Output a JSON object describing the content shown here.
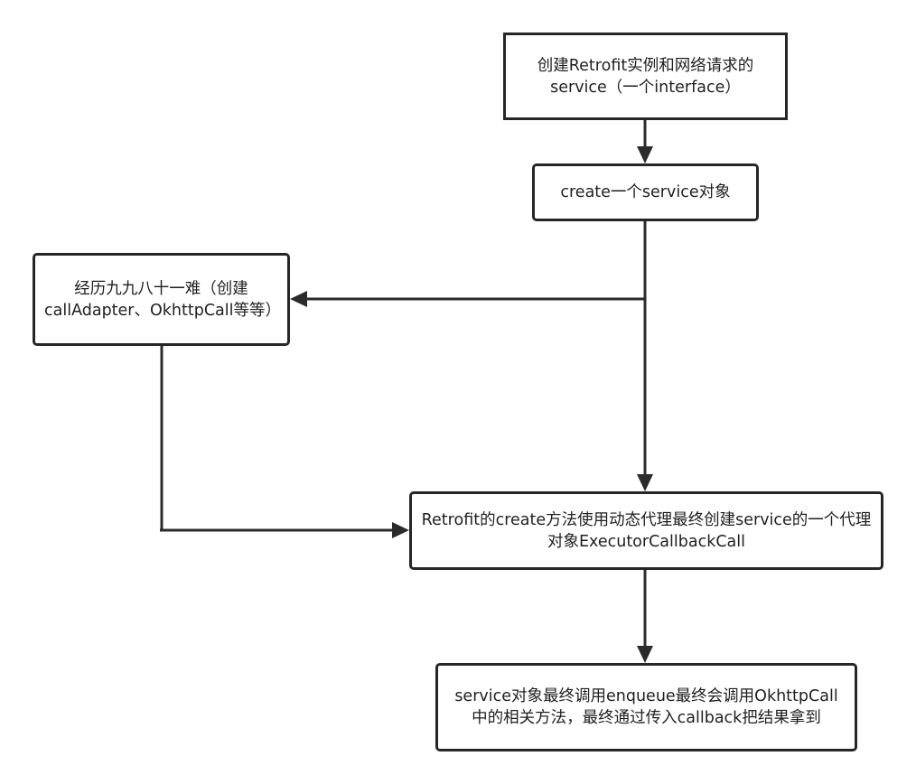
{
  "nodes": {
    "start": "创建Retrofit实例和网络请求的service（一个interface）",
    "create_service": "create一个service对象",
    "trials": "经历九九八十一难（创建callAdapter、OkhttpCall等等）",
    "proxy": "Retrofit的create方法使用动态代理最终创建service的一个代理对象ExecutorCallbackCall",
    "enqueue": "service对象最终调用enqueue最终会调用OkhttpCall中的相关方法，最终通过传入callback把结果拿到"
  },
  "edges": [
    {
      "from": "start",
      "to": "create_service"
    },
    {
      "from": "create_service",
      "to": "trials"
    },
    {
      "from": "create_service",
      "to": "proxy"
    },
    {
      "from": "trials",
      "to": "proxy"
    },
    {
      "from": "proxy",
      "to": "enqueue"
    }
  ],
  "colors": {
    "stroke": "#262626",
    "text": "#1f1f1f",
    "background": "#ffffff"
  }
}
